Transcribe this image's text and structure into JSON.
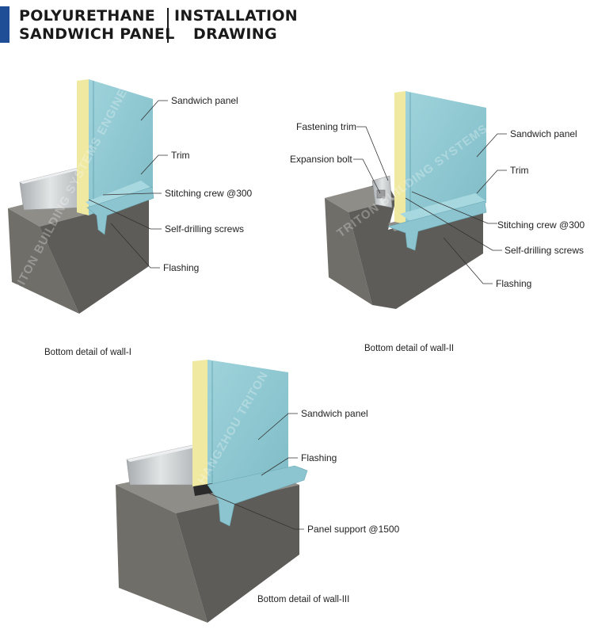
{
  "header": {
    "title_left": [
      "POLYURETHANE",
      "SANDWICH PANEL"
    ],
    "title_right": [
      "INSTALLATION",
      "DRAWING"
    ],
    "accent_color": "#1f4e96"
  },
  "diagrams": [
    {
      "caption": "Bottom detail of wall-I",
      "labels": [
        "Sandwich panel",
        "Trim",
        "Stitching crew @300",
        "Self-drilling screws",
        "Flashing"
      ],
      "watermark": "TRITON BUILDING SYSTEMS ENGINEERING"
    },
    {
      "caption": "Bottom detail of wall-II",
      "labels": [
        "Fastening trim",
        "Expansion bolt",
        "Sandwich panel",
        "Trim",
        "Stitching crew @300",
        "Self-drilling screws",
        "Flashing"
      ],
      "watermark": "TRITON BUILDING SYSTEMS ENGINEERING"
    },
    {
      "caption": "Bottom detail of wall-III",
      "labels": [
        "Sandwich panel",
        "Flashing",
        "Panel support @1500"
      ],
      "watermark": "HANGZHOU TRITON"
    }
  ],
  "colors": {
    "panel_face": "#8fc9d3",
    "panel_side": "#a8d8df",
    "insulation": "#efe9a2",
    "concrete_front": "#6f6e69",
    "concrete_side": "#5a5955",
    "concrete_top": "#8e8d88",
    "steel": "#c8cbcd"
  }
}
